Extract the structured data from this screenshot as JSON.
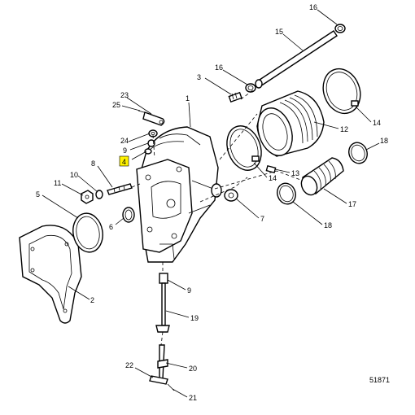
{
  "diagram": {
    "figure_number": "51871",
    "highlighted_callout": "4",
    "highlight_color": "#fff200",
    "callouts": {
      "c1": "1",
      "c2": "2",
      "c3": "3",
      "c4": "4",
      "c5": "5",
      "c6": "6",
      "c7": "7",
      "c8": "8",
      "c9a": "9",
      "c9b": "9",
      "c10": "10",
      "c11": "11",
      "c12": "12",
      "c13": "13",
      "c14a": "14",
      "c14b": "14",
      "c15": "15",
      "c16a": "16",
      "c16b": "16",
      "c17": "17",
      "c18a": "18",
      "c18b": "18",
      "c19": "19",
      "c20": "20",
      "c21": "21",
      "c22": "22",
      "c23": "23",
      "c24": "24",
      "c25": "25"
    }
  }
}
